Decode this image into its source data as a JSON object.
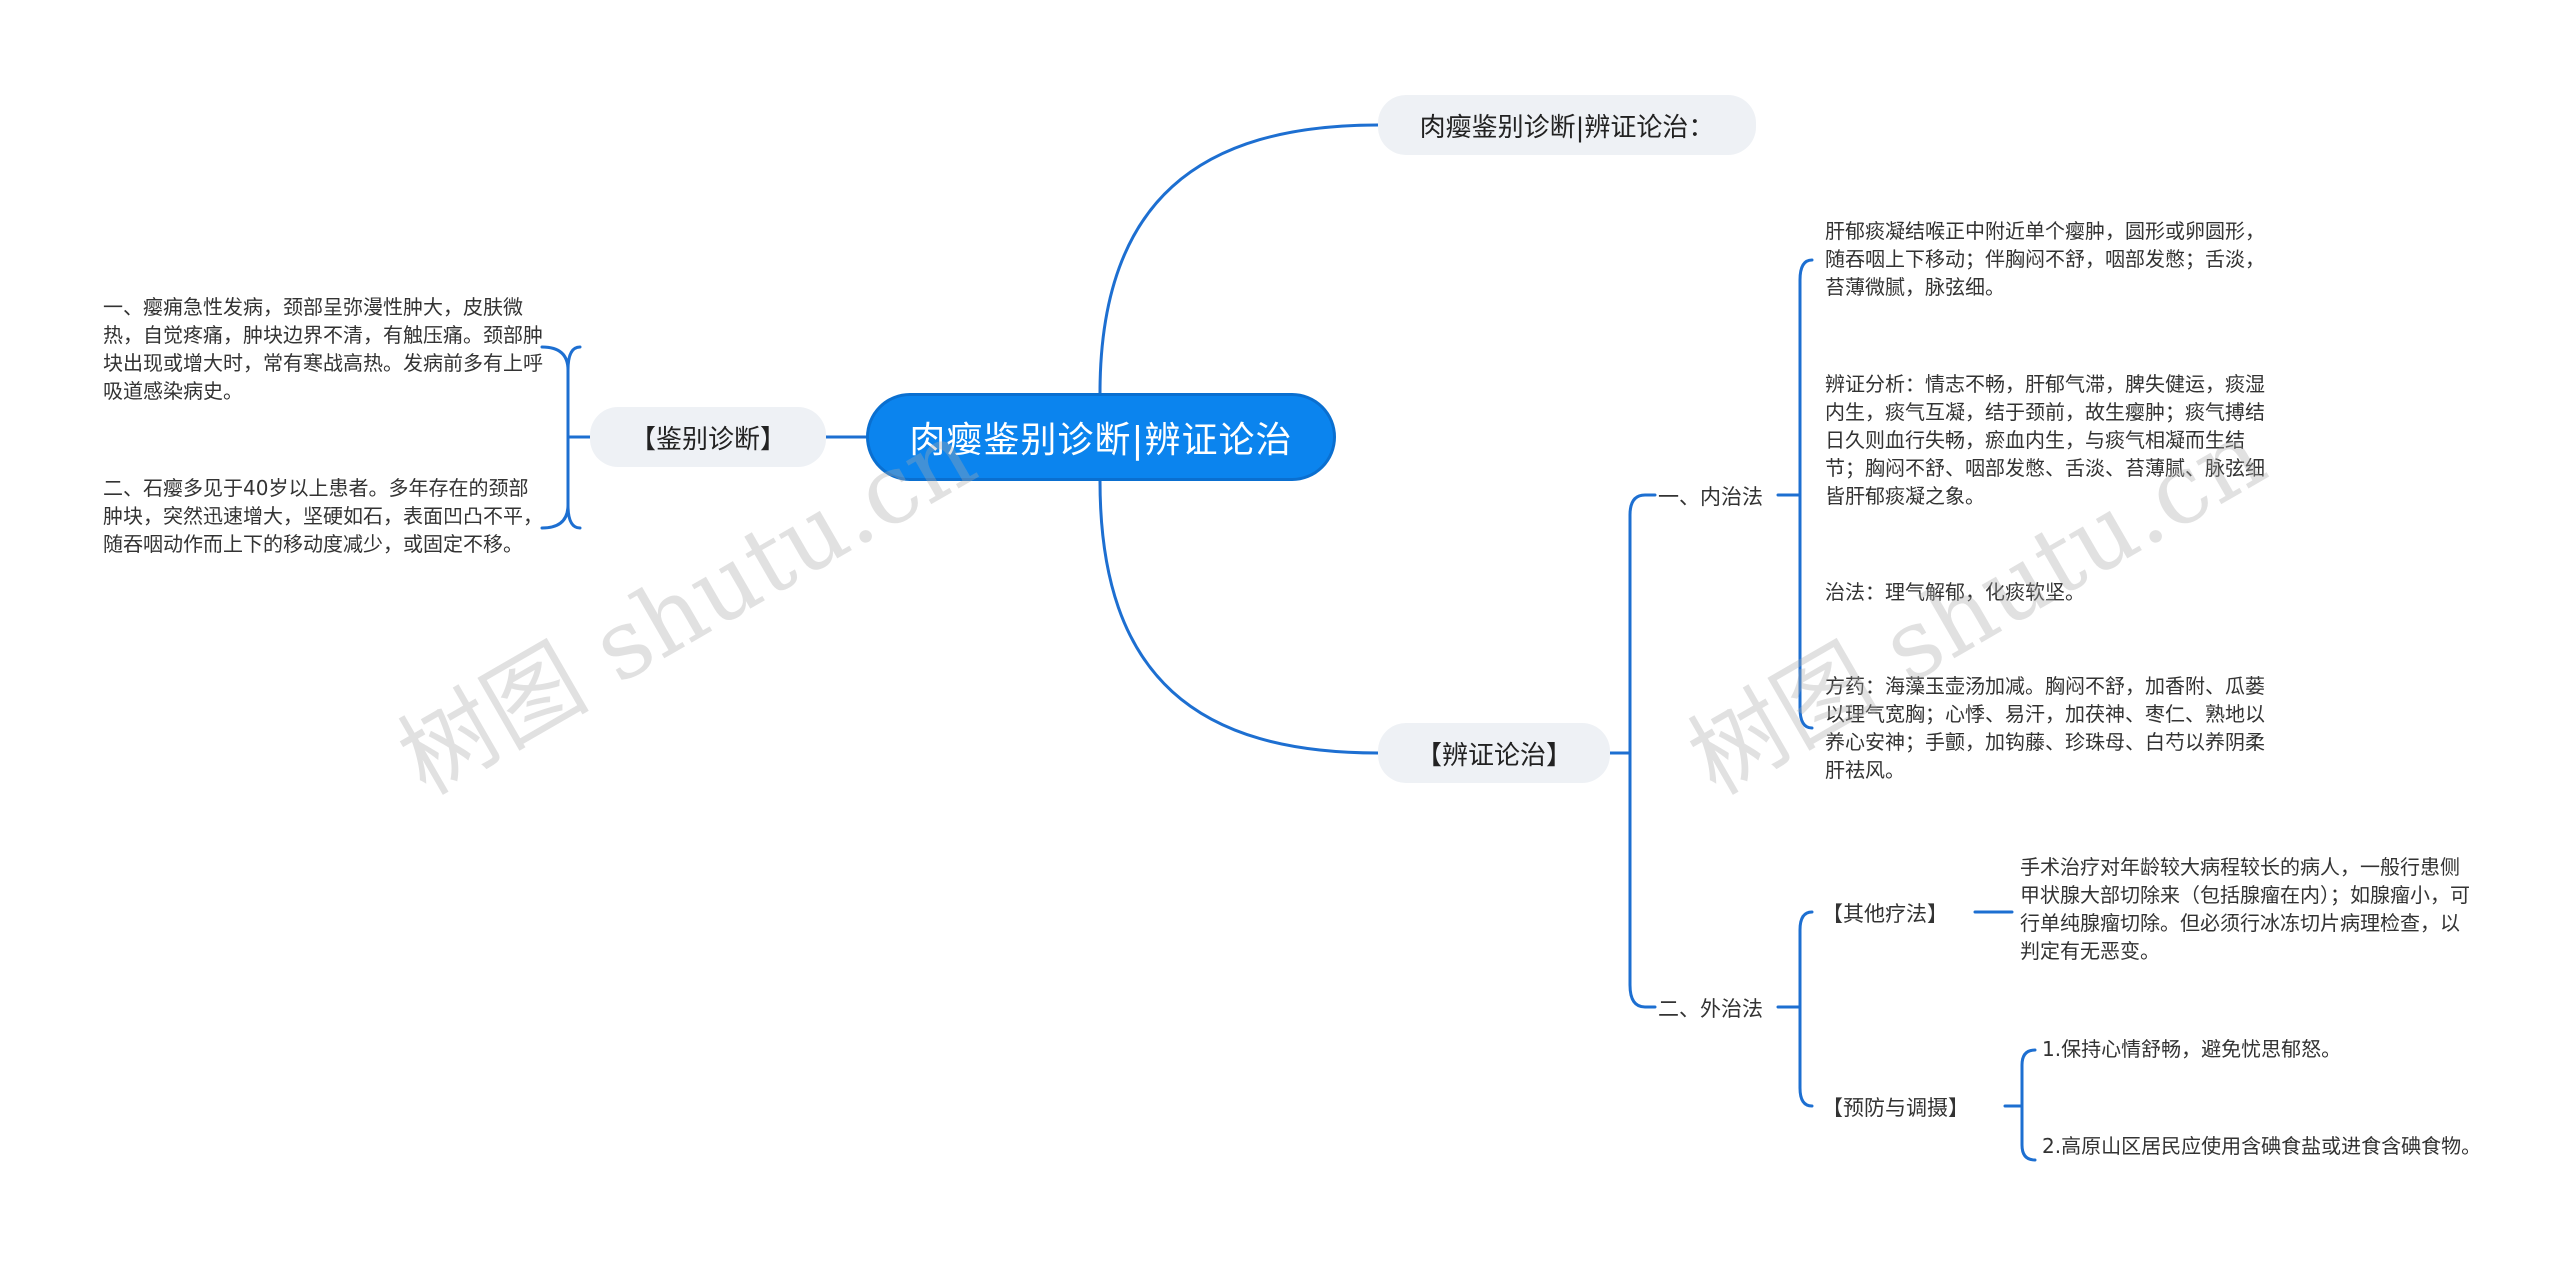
{
  "root": {
    "title": "肉瘿鉴别诊断|辨证论治"
  },
  "branches": {
    "top": {
      "label": "肉瘿鉴别诊断|辨证论治："
    },
    "left": {
      "label": "【鉴别诊断】",
      "notes": [
        "一、瘿痈急性发病，颈部呈弥漫性肿大，皮肤微热，自觉疼痛，肿块边界不清，有触压痛。颈部肿块出现或增大时，常有寒战高热。发病前多有上呼吸道感染病史。",
        "二、石瘿多见于40岁以上患者。多年存在的颈部肿块，突然迅速增大，坚硬如石，表面凹凸不平，随吞咽动作而上下的移动度减少，或固定不移。"
      ]
    },
    "right": {
      "label": "【辨证论治】",
      "internal": {
        "label": "一、内治法",
        "notes": [
          "肝郁痰凝结喉正中附近单个瘿肿，圆形或卵圆形，随吞咽上下移动；伴胸闷不舒，咽部发憋；舌淡，苔薄微腻，脉弦细。",
          "辨证分析：情志不畅，肝郁气滞，脾失健运，痰湿内生，痰气互凝，结于颈前，故生瘿肿；痰气搏结日久则血行失畅，瘀血内生，与痰气相凝而生结节；胸闷不舒、咽部发憋、舌淡、苔薄腻、脉弦细皆肝郁痰凝之象。",
          "治法：理气解郁，化痰软坚。",
          "方药：海藻玉壶汤加减。胸闷不舒，加香附、瓜蒌以理气宽胸；心悸、易汗，加茯神、枣仁、熟地以养心安神；手颤，加钩藤、珍珠母、白芍以养阴柔肝祛风。"
        ]
      },
      "external": {
        "label": "二、外治法",
        "other": {
          "label": "【其他疗法】",
          "note": "手术治疗对年龄较大病程较长的病人，一般行患侧甲状腺大部切除来（包括腺瘤在内）；如腺瘤小，可行单纯腺瘤切除。但必须行冰冻切片病理检查，以判定有无恶变。"
        },
        "prevention": {
          "label": "【预防与调摄】",
          "notes": [
            "1.保持心情舒畅，避免忧思郁怒。",
            "2.高原山区居民应使用含碘食盐或进食含碘食物。"
          ]
        }
      }
    }
  },
  "watermark": "树图 shutu.cn",
  "colors": {
    "accent": "#0b84ee",
    "line": "#1d6fd1",
    "pill": "#eef1f5"
  }
}
